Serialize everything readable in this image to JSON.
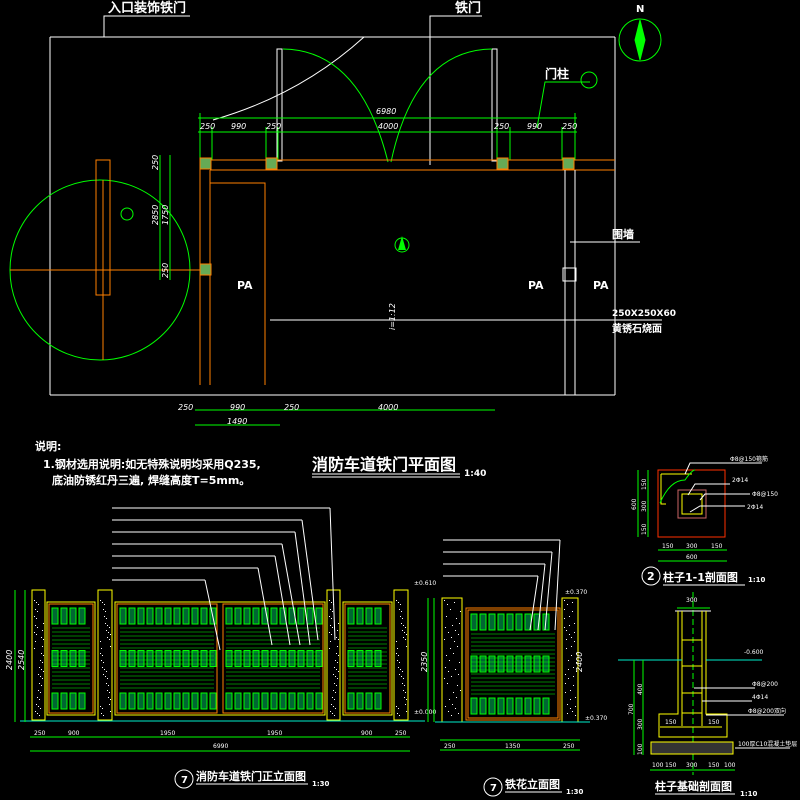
{
  "colors": {
    "background": "#000000",
    "line": "#ffffff",
    "green": "#00ff00",
    "orange": "#ff8000",
    "yellow": "#ffff00",
    "red": "#ff3000",
    "cyan": "#00e0c0"
  },
  "plan": {
    "label_entry_gate": "入口装饰铁门",
    "label_iron_gate": "铁门",
    "label_gate_post": "门柱",
    "label_wall": "围墙",
    "label_paving_size": "250X250X60",
    "label_paving_material": "黄锈石烧面",
    "slope": "i=1:12",
    "pa_labels": [
      "PA",
      "PA",
      "PA"
    ],
    "north": "N",
    "dims_top_total": "6980",
    "dims_top": [
      "250",
      "990",
      "250",
      "4000",
      "250",
      "990",
      "250"
    ],
    "dims_left": [
      "250",
      "2850",
      "1750",
      "250"
    ],
    "dims_bottom": [
      "250",
      "990",
      "250",
      "4000"
    ],
    "dims_bottom_total": "1490",
    "title": "消防车道铁门平面图",
    "scale": "1:40"
  },
  "notes": {
    "heading": "说明:",
    "line1": "1.钢材选用说明:如无特殊说明均采用Q235,",
    "line2": "底油防锈红丹三遍, 焊缝高度T=5mm。"
  },
  "front_elevation": {
    "title": "消防车道铁门正立面图",
    "scale": "1:30",
    "index": "7",
    "height_dims": [
      "2400",
      "2540"
    ],
    "level_top": "±0.610",
    "level_bottom": "±0.000",
    "dims_bottom": [
      "250",
      "900",
      "1950",
      "1950",
      "900",
      "250"
    ],
    "dims_total": "6990"
  },
  "side_elevation": {
    "title": "铁花立面图",
    "scale": "1:30",
    "index": "7",
    "level_top": "±0.370",
    "level_bottom": "±0.370",
    "height_dims": [
      "2350",
      "2400"
    ],
    "dims_bottom": [
      "250",
      "1350",
      "250"
    ]
  },
  "section_1_1": {
    "title": "柱子1-1剖面图",
    "scale": "1:10",
    "index": "2",
    "labels": [
      "Φ8@150箍筋",
      "2Φ14",
      "Φ8@150",
      "2Φ14"
    ],
    "dims_bottom": [
      "150",
      "300",
      "150"
    ],
    "dims_bottom_total": "600",
    "dims_left": [
      "150",
      "300",
      "150"
    ],
    "dims_left_total": "600"
  },
  "foundation": {
    "title": "柱子基础剖面图",
    "scale": "1:10",
    "labels": [
      "Φ8@200",
      "4Φ14",
      "Φ8@200双向",
      "100厚C10混凝土垫层"
    ],
    "level": "-0.600",
    "top_dim": "300",
    "dims_left": [
      "400",
      "300",
      "100"
    ],
    "dims_left_total": "700",
    "inner_dims": [
      "150",
      "150"
    ],
    "dims_bottom": [
      "100",
      "150",
      "300",
      "150",
      "100"
    ]
  }
}
